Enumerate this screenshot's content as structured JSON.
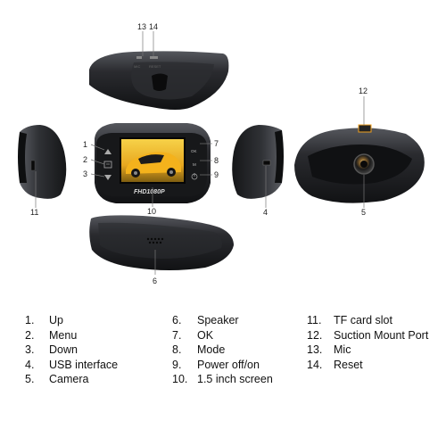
{
  "colors": {
    "body": "#1d1e21",
    "body_highlight": "#4a4c52",
    "accent_orange": "#f0a020",
    "screen_bg": "#f2c231",
    "leader": "#777777"
  },
  "callouts": [
    "1",
    "2",
    "3",
    "4",
    "5",
    "6",
    "7",
    "8",
    "9",
    "10",
    "11",
    "12",
    "13",
    "14"
  ],
  "device_text": {
    "resolution_badge": "FHD1080P",
    "ok_button": "OK",
    "menu_button": "M",
    "mount_labels": [
      "MIC",
      "RESET"
    ]
  },
  "legend": {
    "col1": [
      {
        "num": "1.",
        "label": "Up"
      },
      {
        "num": "2.",
        "label": "Menu"
      },
      {
        "num": "3.",
        "label": "Down"
      },
      {
        "num": "4.",
        "label": "USB interface"
      },
      {
        "num": "5.",
        "label": "Camera"
      }
    ],
    "col2": [
      {
        "num": "6.",
        "label": "Speaker"
      },
      {
        "num": "7.",
        "label": "OK"
      },
      {
        "num": "8.",
        "label": "Mode"
      },
      {
        "num": "9.",
        "label": "Power off/on"
      },
      {
        "num": "10.",
        "label": "1.5 inch screen"
      }
    ],
    "col3": [
      {
        "num": "11.",
        "label": "TF card slot"
      },
      {
        "num": "12.",
        "label": "Suction Mount Port"
      },
      {
        "num": "13.",
        "label": "Mic"
      },
      {
        "num": "14.",
        "label": "Reset"
      }
    ]
  }
}
